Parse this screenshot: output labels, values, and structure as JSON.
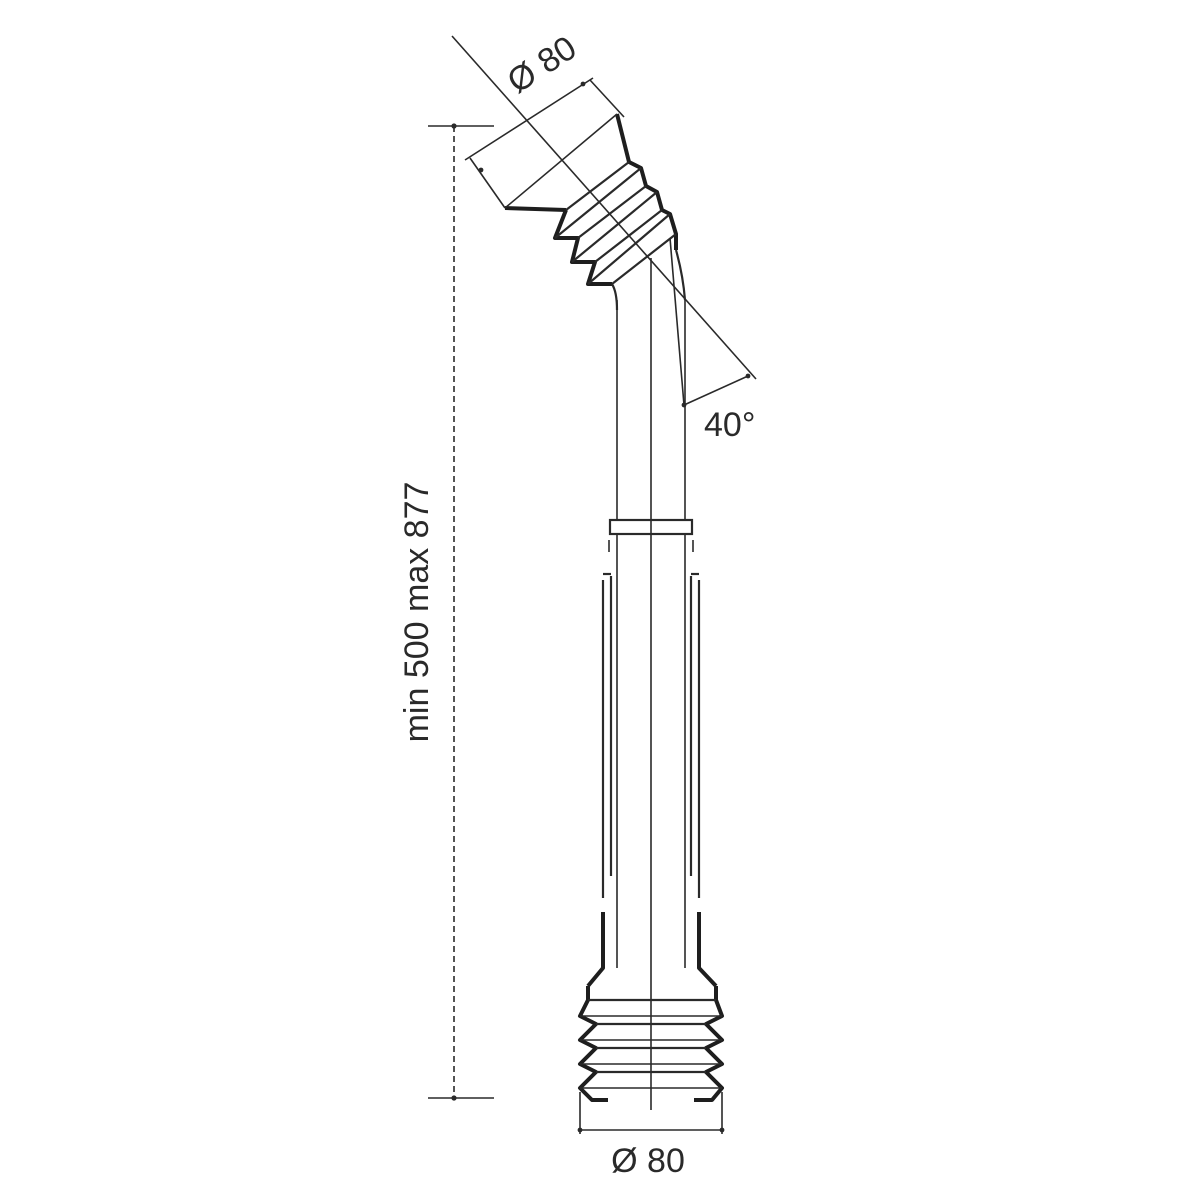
{
  "labels": {
    "top_diameter": "Ø 80",
    "bottom_diameter": "Ø 80",
    "angle": "40°",
    "height_range": "min 500 max 877"
  },
  "colors": {
    "line": "#2a2a2a",
    "background": "#ffffff"
  }
}
